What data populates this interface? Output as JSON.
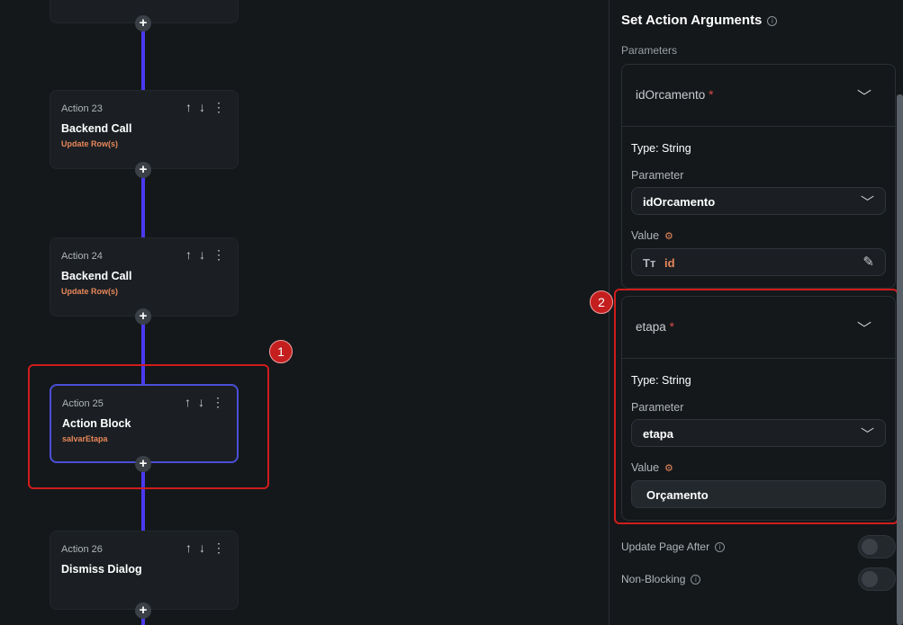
{
  "canvas": {
    "actions": [
      {
        "num": "Action 23",
        "title": "Backend Call",
        "sub": "Update Row(s)"
      },
      {
        "num": "Action 24",
        "title": "Backend Call",
        "sub": "Update Row(s)"
      },
      {
        "num": "Action 25",
        "title": "Action Block",
        "sub": "salvarEtapa"
      },
      {
        "num": "Action 26",
        "title": "Dismiss Dialog",
        "sub": ""
      }
    ],
    "annotation1": "1",
    "plus": "+",
    "up": "↑",
    "down": "↓",
    "more": "⋮"
  },
  "panel": {
    "title": "Set Action Arguments",
    "info": "i",
    "parameters_label": "Parameters",
    "params": [
      {
        "name": "idOrcamento",
        "required": "*",
        "type": "Type: String",
        "param_label": "Parameter",
        "param_value": "idOrcamento",
        "value_label": "Value",
        "value": "id",
        "value_icon": "Tт"
      },
      {
        "name": "etapa",
        "required": "*",
        "type": "Type: String",
        "param_label": "Parameter",
        "param_value": "etapa",
        "value_label": "Value",
        "value": "Orçamento"
      }
    ],
    "annotation2": "2",
    "update_page_after": "Update Page After",
    "non_blocking": "Non-Blocking"
  },
  "colors": {
    "accent": "#4b39ef",
    "orange": "#e8875a",
    "annotation": "#d01c1c"
  }
}
